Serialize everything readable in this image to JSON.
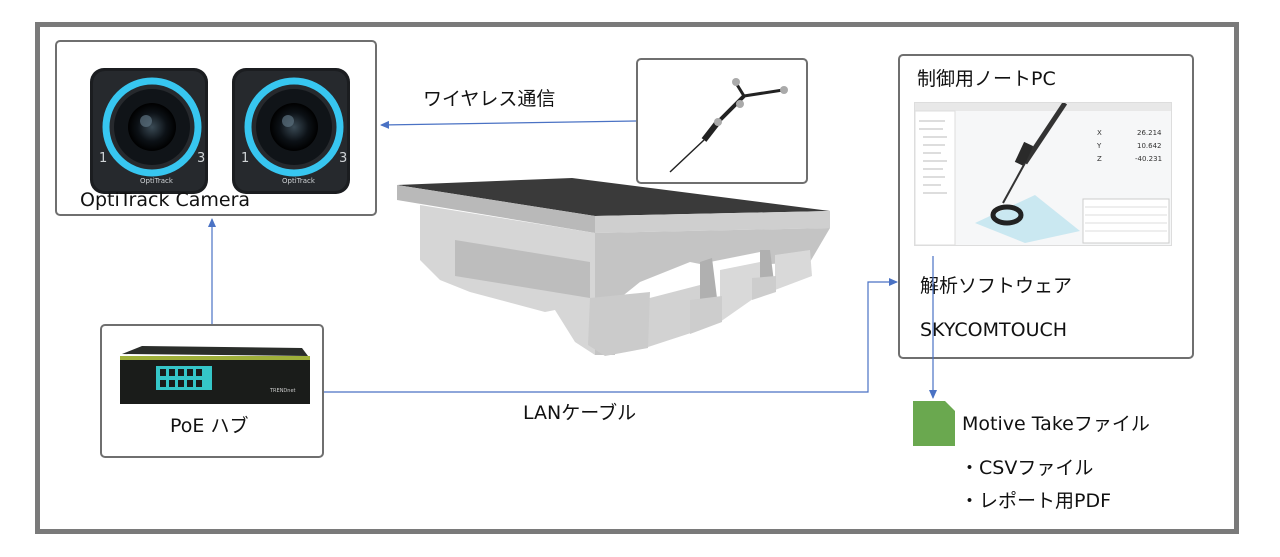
{
  "camera": {
    "label": "OptiTrack Camera",
    "brand": "OptiTrack",
    "digit_left": "1",
    "digit_right": "3"
  },
  "wireless": {
    "label": "ワイヤレス通信"
  },
  "pc": {
    "title": "制御用ノートPC",
    "software": "解析ソフトウェア",
    "software_name": "SKYCOMTOUCH",
    "readout": {
      "x_label": "X",
      "x_value": "26.214",
      "y_label": "Y",
      "y_value": "10.642",
      "z_label": "Z",
      "z_value": "-40.231"
    }
  },
  "hub": {
    "label": "PoE ハブ",
    "brand": "TRENDnet"
  },
  "lan": {
    "label": "LANケーブル"
  },
  "output": {
    "file": "Motive Takeファイル",
    "items": [
      "・CSVファイル",
      "・レポート用PDF"
    ]
  },
  "colors": {
    "arrow": "#4a72c4",
    "file_icon": "#6aa84f",
    "ring": "#37c6f0",
    "frame": "#7a7a7a"
  }
}
